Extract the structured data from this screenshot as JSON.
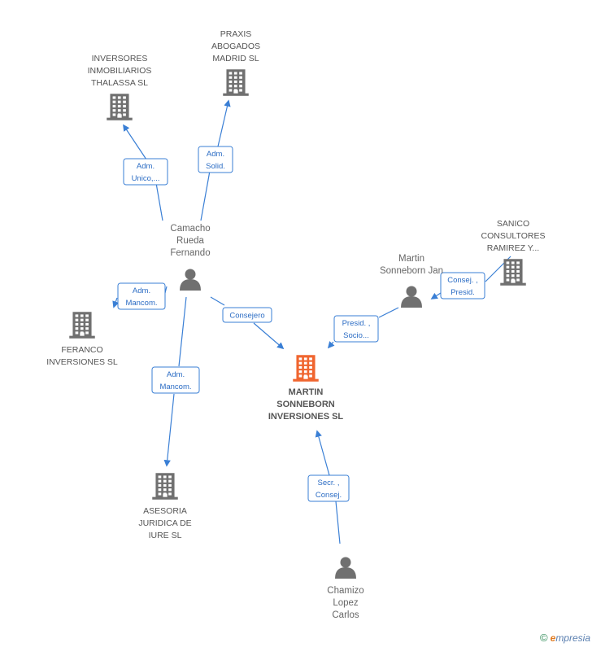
{
  "colors": {
    "edge": "#3a7fd5",
    "company_icon": "#707070",
    "center_icon": "#f0652f",
    "person_icon": "#707070"
  },
  "nodes": [
    {
      "id": "inversores",
      "type": "company",
      "lines": [
        "INVERSORES",
        "INMOBILIARIOS",
        "THALASSA SL"
      ]
    },
    {
      "id": "praxis",
      "type": "company",
      "lines": [
        "PRAXIS",
        "ABOGADOS",
        "MADRID SL"
      ]
    },
    {
      "id": "sanico",
      "type": "company",
      "lines": [
        "SANICO",
        "CONSULTORES",
        "RAMIREZ Y..."
      ]
    },
    {
      "id": "camacho",
      "type": "person",
      "lines": [
        "Camacho",
        "Rueda",
        "Fernando"
      ]
    },
    {
      "id": "martin_jan",
      "type": "person",
      "lines": [
        "Martin",
        "Sonneborn Jan"
      ]
    },
    {
      "id": "feranco",
      "type": "company",
      "lines": [
        "FERANCO",
        "INVERSIONES SL"
      ]
    },
    {
      "id": "center",
      "type": "center",
      "lines": [
        "MARTIN",
        "SONNEBORN",
        "INVERSIONES SL"
      ]
    },
    {
      "id": "asesoria",
      "type": "company",
      "lines": [
        "ASESORIA",
        "JURIDICA DE",
        "IURE SL"
      ]
    },
    {
      "id": "chamizo",
      "type": "person",
      "lines": [
        "Chamizo",
        "Lopez",
        "Carlos"
      ]
    }
  ],
  "edges": [
    {
      "id": "e1",
      "lines": [
        "Adm.",
        "Unico,..."
      ]
    },
    {
      "id": "e2",
      "lines": [
        "Adm.",
        "Solid."
      ]
    },
    {
      "id": "e3",
      "lines": [
        "Adm.",
        "Mancom."
      ]
    },
    {
      "id": "e4",
      "lines": [
        "Consejero"
      ]
    },
    {
      "id": "e5",
      "lines": [
        "Adm.",
        "Mancom."
      ]
    },
    {
      "id": "e6",
      "lines": [
        "Consej. ,",
        "Presid."
      ]
    },
    {
      "id": "e7",
      "lines": [
        "Presid. ,",
        "Socio..."
      ]
    },
    {
      "id": "e8",
      "lines": [
        "Secr. ,",
        "Consej."
      ]
    }
  ],
  "footer": {
    "copyright": "©",
    "brand_initial": "e",
    "brand_rest": "mpresia"
  }
}
